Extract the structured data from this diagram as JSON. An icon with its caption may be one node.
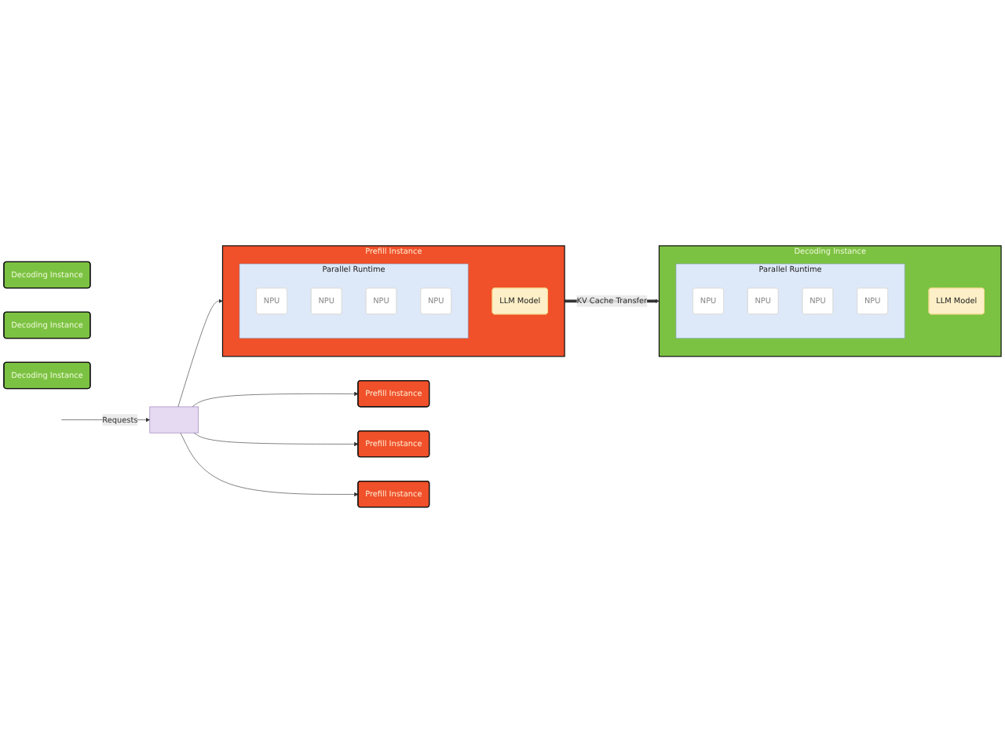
{
  "diagram": {
    "nodes": [
      {
        "text": [],
        "shape": "box"
      },
      {
        "text": [
          "Prefill Instance"
        ]
      },
      {
        "text": [
          "Prefill Instance"
        ]
      },
      {
        "text": [
          "Prefill Instance"
        ]
      },
      {
        "text": [
          "Prefill Instance"
        ]
      },
      {
        "text": [
          "LLM Model"
        ],
        "in": 4
      },
      {
        "text": [
          "Parallel Runtime"
        ],
        "in": 4
      },
      {
        "text": [
          "NPU"
        ],
        "in": 6
      },
      {
        "text": [
          "NPU"
        ],
        "in": 6
      },
      {
        "text": [
          "NPU"
        ],
        "in": 6
      },
      {
        "text": [
          "NPU"
        ],
        "in": 6
      },
      {
        "text": [
          "Decoding Instance"
        ]
      },
      {
        "text": [
          "Decoding Instance"
        ]
      },
      {
        "text": [
          "Decoding Instance"
        ]
      },
      {
        "text": [
          "Decoding Instance"
        ]
      },
      {
        "text": [
          "LLM Model"
        ],
        "in": 14
      },
      {
        "text": [
          "Parallel Runtime"
        ],
        "in": 14
      },
      {
        "text": [
          "NPU"
        ],
        "in": 16
      },
      {
        "text": [
          "NPU"
        ],
        "in": 16
      },
      {
        "text": [
          "NPU"
        ],
        "in": 16
      },
      {
        "text": [
          "NPU"
        ],
        "in": 16
      }
    ],
    "edges": [
      {
        "from": null,
        "to": 0,
        "arrow": "to",
        "label": "Requests"
      },
      {
        "from": 0,
        "to": 1,
        "arrow": "to"
      },
      {
        "from": 0,
        "to": 2,
        "arrow": "to"
      },
      {
        "from": 0,
        "to": 3,
        "arrow": "to"
      },
      {
        "from": 0,
        "to": 4,
        "arrow": "to"
      },
      {
        "from": 4,
        "to": 14,
        "arrow": "to",
        "label": "KV Cache Transfer",
        "style": "thick"
      }
    ]
  }
}
